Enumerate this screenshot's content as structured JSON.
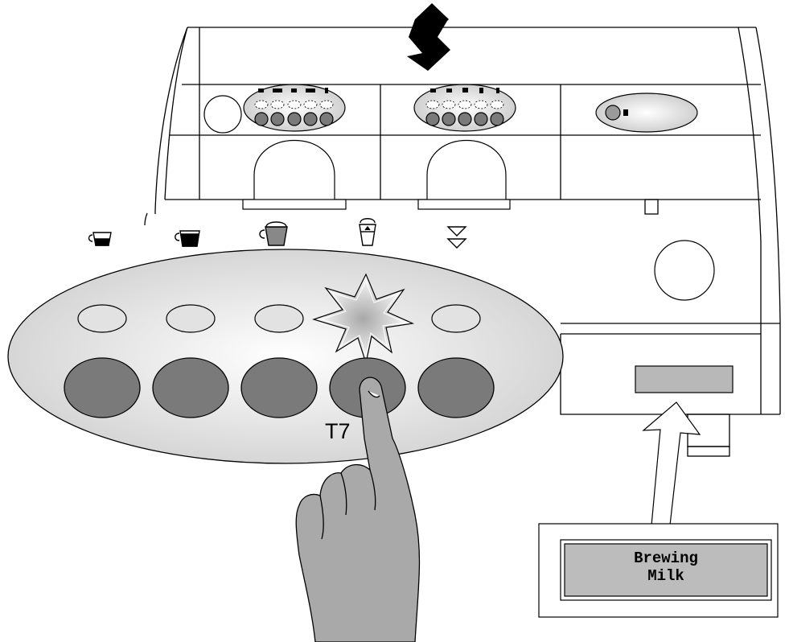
{
  "button_label": "T7",
  "display": {
    "line1": "Brewing",
    "line2": "Milk"
  },
  "panel": {
    "buttons": [
      {
        "icon": "espresso-cup-icon"
      },
      {
        "icon": "coffee-cup-icon"
      },
      {
        "icon": "cappuccino-cup-icon"
      },
      {
        "icon": "milk-glass-icon"
      },
      {
        "icon": "double-arrow-down-icon"
      }
    ],
    "pressed_index": 3
  },
  "colors": {
    "button_dark": "#7a7a7a",
    "button_light": "#e2e2e2",
    "panel_fill": "#e4e4e4",
    "hand": "#a9a9a9",
    "display_fill": "#bcbcbc"
  }
}
